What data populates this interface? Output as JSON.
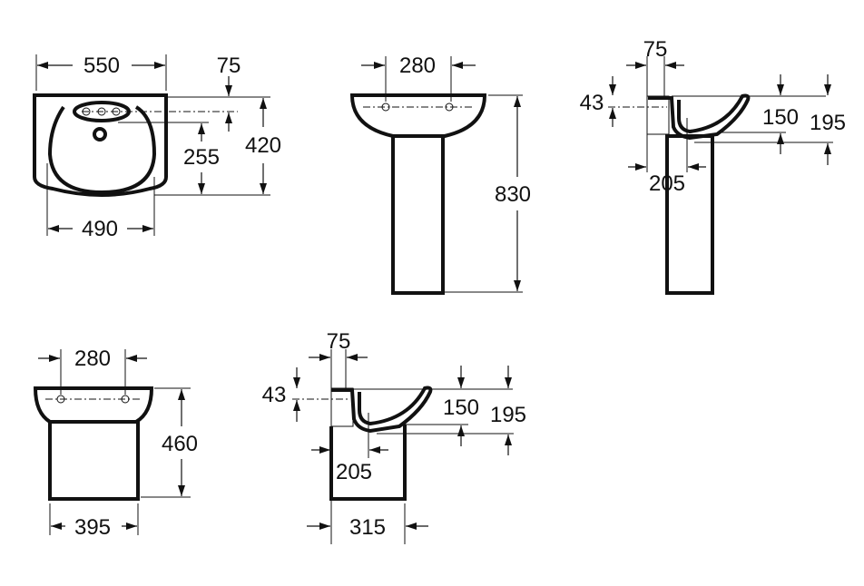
{
  "views": {
    "basin_top": {
      "width": "550",
      "tap_offset": "75",
      "depth_to_drain": "255",
      "depth": "420",
      "bowl_width": "490"
    },
    "pedestal_front": {
      "hole_spacing": "280",
      "height": "830"
    },
    "pedestal_side": {
      "wall_to_tap": "75",
      "rim_to_hole": "43",
      "drain_height": "150",
      "outlet_height": "195",
      "wall_to_drain": "205"
    },
    "semi_pedestal_front": {
      "hole_spacing": "280",
      "height": "460",
      "width": "395"
    },
    "semi_pedestal_side": {
      "wall_to_tap": "75",
      "rim_to_hole": "43",
      "drain_height": "150",
      "outlet_height": "195",
      "wall_to_drain": "205",
      "pedestal_depth": "315"
    }
  },
  "colors": {
    "line": "#111111",
    "background": "#ffffff"
  }
}
